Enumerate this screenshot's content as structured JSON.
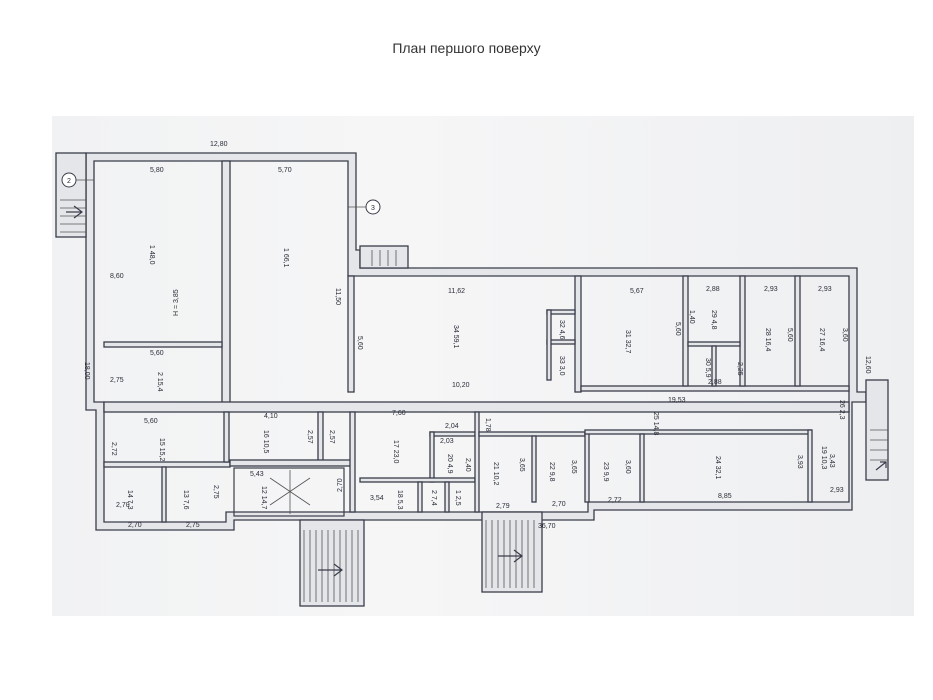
{
  "title": "План першого поверху",
  "dimensions": {
    "top_total": "12,80",
    "left_total": "18,00",
    "bottom_total": "36,70",
    "right_total": "12,60",
    "d1": "5,80",
    "d2": "5,70",
    "d3": "8,60",
    "d4": "11,50",
    "d5": "5,60",
    "d6": "2,75",
    "d7": "11,62",
    "d8": "5,60",
    "d9": "10,20",
    "d10": "5,67",
    "d11": "5,60",
    "d12": "2,88",
    "d13": "2,93",
    "d14": "2,93",
    "d15": "5,60",
    "d16": "3,60",
    "d17": "1,40",
    "d18": "2,88",
    "d19": "2,25",
    "d20": "19,53",
    "d21": "5,60",
    "d22": "4,10",
    "d23": "7,60",
    "d24": "2,72",
    "d25": "2,57",
    "d26": "2,57",
    "d27": "2,04",
    "d28": "2,03",
    "d29": "1,78",
    "d30": "2,40",
    "d31": "3,85",
    "d32": "3,65",
    "d33": "3,60",
    "d34": "3,43",
    "d35": "5,43",
    "d36": "2,70",
    "d37": "2,70",
    "d38": "2,75",
    "d39": "2,75",
    "d40": "3,54",
    "d41": "2,79",
    "d42": "2,70",
    "d43": "2,72",
    "d44": "8,85",
    "d45": "2,93",
    "d46": "2,70",
    "d47": "3,93",
    "d48": "3,65"
  },
  "height_note": "H = 3,85",
  "rooms": [
    {
      "n": "1",
      "a": "48,0"
    },
    {
      "n": "1",
      "a": "66,1"
    },
    {
      "n": "2",
      "a": "15,4"
    },
    {
      "n": "34",
      "a": "59,1"
    },
    {
      "n": "32",
      "a": "4,6"
    },
    {
      "n": "33",
      "a": "3,0"
    },
    {
      "n": "31",
      "a": "32,7"
    },
    {
      "n": "29",
      "a": "4,8"
    },
    {
      "n": "28",
      "a": "16,4"
    },
    {
      "n": "27",
      "a": "16,4"
    },
    {
      "n": "30",
      "a": "5,9"
    },
    {
      "n": "25",
      "a": "14,8"
    },
    {
      "n": "26",
      "a": "2,3"
    },
    {
      "n": "15",
      "a": "15,2"
    },
    {
      "n": "16",
      "a": "10,5"
    },
    {
      "n": "17",
      "a": "23,0"
    },
    {
      "n": "20",
      "a": "4,9"
    },
    {
      "n": "14",
      "a": "7,3"
    },
    {
      "n": "13",
      "a": "7,6"
    },
    {
      "n": "12",
      "a": "14,7"
    },
    {
      "n": "18",
      "a": "5,3"
    },
    {
      "n": "21",
      "a": "10,2"
    },
    {
      "n": "22",
      "a": "9,8"
    },
    {
      "n": "23",
      "a": "9,9"
    },
    {
      "n": "24",
      "a": "32,1"
    },
    {
      "n": "19",
      "a": "10,3"
    },
    {
      "n": "2",
      "a": "7,4"
    },
    {
      "n": "1",
      "a": "2,5"
    }
  ],
  "axis_markers": [
    "2",
    "3"
  ]
}
